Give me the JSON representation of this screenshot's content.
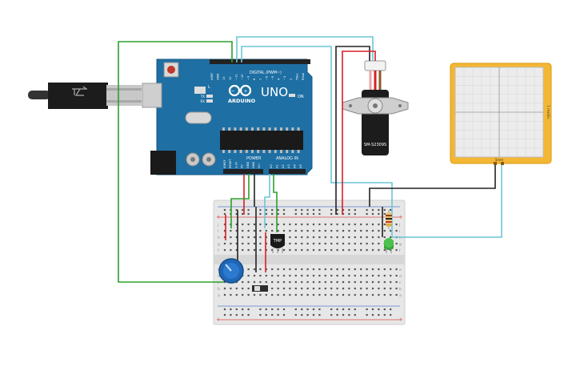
{
  "arduino": {
    "brand": "ARDUINO",
    "model": "UNO",
    "digital_label": "DIGITAL (PWM~)",
    "power_label": "POWER",
    "analog_label": "ANALOG IN",
    "on_label": "ON",
    "led_l": "L",
    "led_tx": "TX",
    "led_rx": "RX",
    "digital_pins": [
      "AREF",
      "GND",
      "13",
      "12",
      "~11",
      "~10",
      "~9",
      "8",
      "7",
      "~6",
      "~5",
      "4",
      "~3",
      "2",
      "TX▸1",
      "RX◂0"
    ],
    "power_pins": [
      "IOREF",
      "RESET",
      "3.3V",
      "5V",
      "GND",
      "GND",
      "Vin"
    ],
    "analog_pins": [
      "A0",
      "A1",
      "A2",
      "A3",
      "A4",
      "A5"
    ]
  },
  "servo": {
    "label": "SM-S2309S"
  },
  "sensor": {
    "label": "TMP"
  },
  "oscilloscope": {
    "side_label": "1 ms/div",
    "bottom_label": "5mm"
  },
  "breadboard": {
    "row_letters_top": [
      "j",
      "i",
      "h",
      "g",
      "f"
    ],
    "row_letters_bottom": [
      "e",
      "d",
      "c",
      "b",
      "a"
    ],
    "rail_plus": "+",
    "rail_minus": "-",
    "columns": 30
  },
  "colors": {
    "arduino_blue": "#1e6fa3",
    "wire_green": "#2ca02c",
    "wire_cyan": "#6cc6d5",
    "wire_red": "#d81f26",
    "wire_black": "#222222",
    "scope_yellow": "#f4b733",
    "breadboard": "#e7e7e7"
  }
}
